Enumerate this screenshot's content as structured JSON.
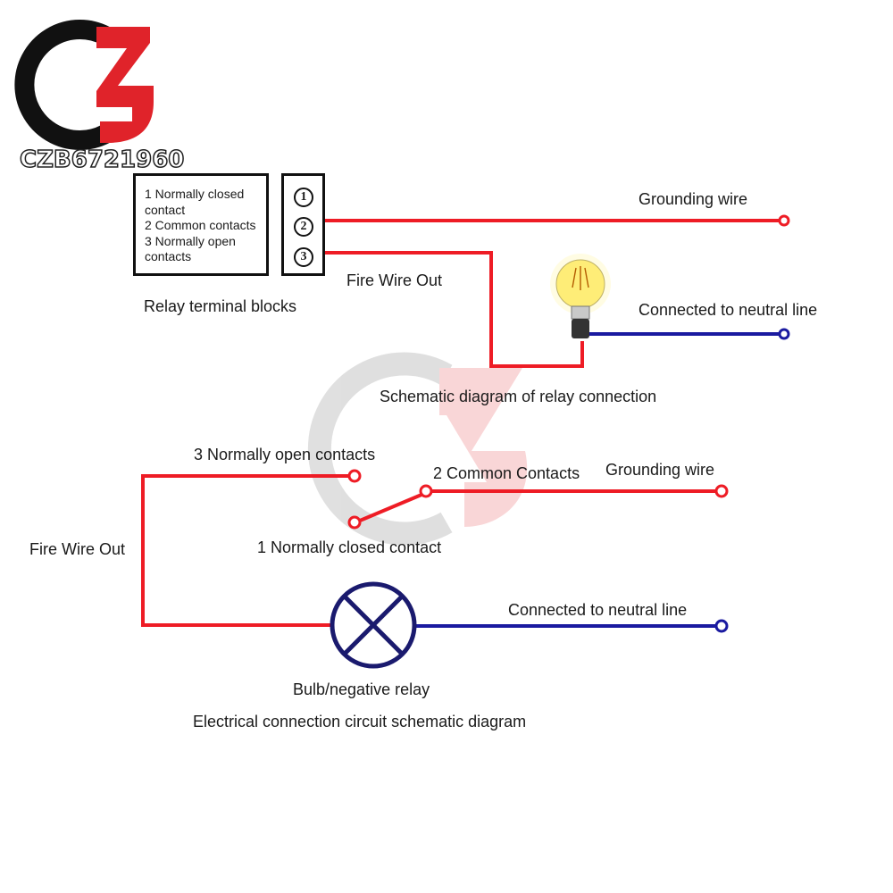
{
  "brand": {
    "logo_text": "CZB6721960",
    "colors": {
      "dark": "#111111",
      "red": "#e0232a"
    }
  },
  "colors": {
    "fire_wire": "#ee1c25",
    "neutral_wire": "#1a1aa0"
  },
  "top_diagram": {
    "legend_lines": [
      "1 Normally closed\ncontact",
      "2 Common contacts",
      "3 Normally open\ncontacts"
    ],
    "terminals": [
      "1",
      "2",
      "3"
    ],
    "caption_terminal_blocks": "Relay terminal blocks",
    "fire_wire_out": "Fire Wire Out",
    "grounding_wire": "Grounding wire",
    "neutral_line": "Connected to neutral line",
    "title": "Schematic diagram of relay connection"
  },
  "bottom_diagram": {
    "normally_open": "3 Normally open contacts",
    "common": "2 Common Contacts",
    "grounding_wire": "Grounding wire",
    "normally_closed": "1 Normally closed contact",
    "fire_wire_out": "Fire Wire Out",
    "neutral_line": "Connected to neutral line",
    "bulb": "Bulb/negative relay",
    "title": "Electrical connection circuit schematic diagram"
  }
}
